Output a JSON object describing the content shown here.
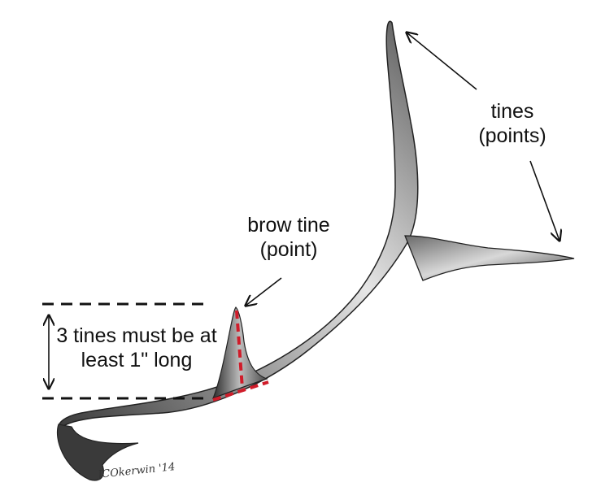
{
  "labels": {
    "tines_line1": "tines",
    "tines_line2": "(points)",
    "brow_line1": "brow tine",
    "brow_line2": "(point)",
    "rule_line1": "3 tines must be at",
    "rule_line2": "least 1\" long"
  },
  "signature": "JCOkerwin '14",
  "colors": {
    "annotation": "#111111",
    "highlight_dash": "#d01c2a",
    "antler_dark": "#2a2a2a",
    "antler_light": "#e8e8e8"
  }
}
